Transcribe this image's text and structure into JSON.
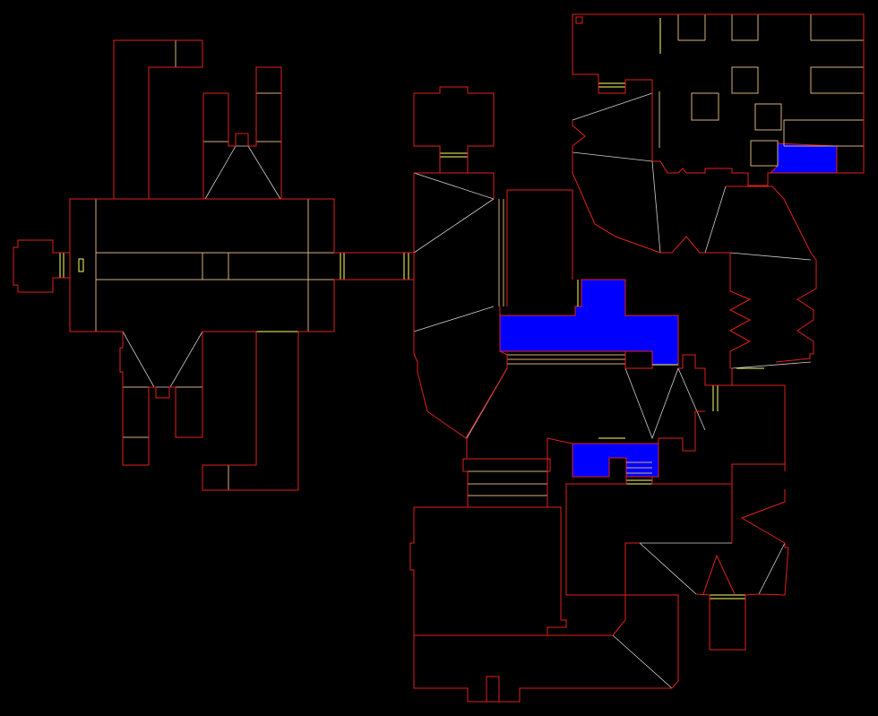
{
  "map": {
    "view": "automap",
    "colors": {
      "background": "#000000",
      "wall": "#e0201c",
      "step": "#d4b07a",
      "door": "#ffff66",
      "secret": "#cfcfcf",
      "liquid": "#0000ff"
    },
    "layers": [
      "wall",
      "step",
      "door",
      "secret",
      "liquid"
    ]
  }
}
